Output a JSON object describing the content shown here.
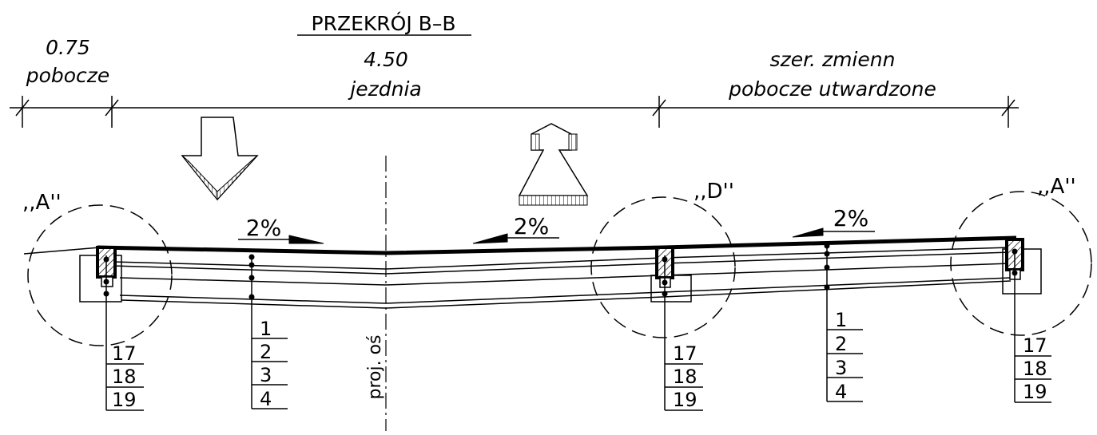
{
  "title": "PRZEKRÓJ B–B",
  "dimensions": [
    {
      "value": "0.75",
      "label": "pobocze"
    },
    {
      "value": "4.50",
      "label": "jezdnia"
    },
    {
      "value": "szer. zmienn",
      "label": "pobocze utwardzone"
    }
  ],
  "details": {
    "a_left": ",,A''",
    "d": ",,D''",
    "a_right": ",,A''"
  },
  "slopes": {
    "left": "2%",
    "middle": "2%",
    "right": "2%"
  },
  "axis_label": "proj. oś",
  "layer_callouts": {
    "left_layers": [
      "1",
      "2",
      "3",
      "4"
    ],
    "right_layers": [
      "1",
      "2",
      "3",
      "4"
    ],
    "curb_left": [
      "17",
      "18",
      "19"
    ],
    "curb_middle": [
      "17",
      "18",
      "19"
    ],
    "curb_right": [
      "17",
      "18",
      "19"
    ]
  }
}
